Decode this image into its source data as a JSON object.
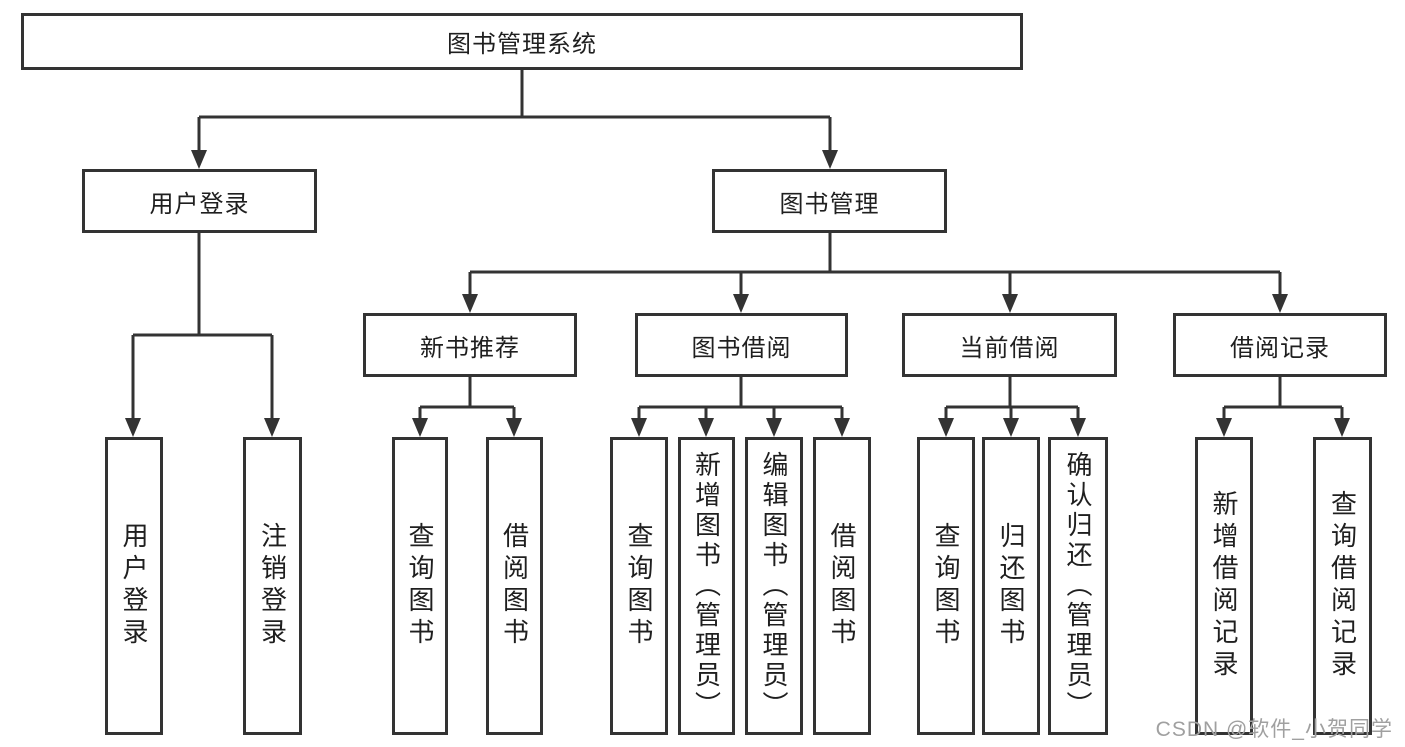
{
  "root": {
    "label": "图书管理系统"
  },
  "branches": {
    "user_login": {
      "label": "用户登录",
      "children": [
        {
          "label": "用户登录"
        },
        {
          "label": "注销登录"
        }
      ]
    },
    "book_management": {
      "label": "图书管理",
      "children": [
        {
          "label": "新书推荐",
          "children": [
            {
              "label": "查询图书"
            },
            {
              "label": "借阅图书"
            }
          ]
        },
        {
          "label": "图书借阅",
          "children": [
            {
              "label": "查询图书"
            },
            {
              "label": "新增图书（管理员）"
            },
            {
              "label": "编辑图书（管理员）"
            },
            {
              "label": "借阅图书"
            }
          ]
        },
        {
          "label": "当前借阅",
          "children": [
            {
              "label": "查询图书"
            },
            {
              "label": "归还图书"
            },
            {
              "label": "确认归还（管理员）"
            }
          ]
        },
        {
          "label": "借阅记录",
          "children": [
            {
              "label": "新增借阅记录"
            },
            {
              "label": "查询借阅记录"
            }
          ]
        }
      ]
    }
  },
  "watermark": {
    "text": "CSDN @软件_小贺同学"
  },
  "colors": {
    "line": "#333333",
    "border": "#333333",
    "text": "#1f1f1f",
    "watermark": "#a0a0a0",
    "background": "#ffffff"
  }
}
